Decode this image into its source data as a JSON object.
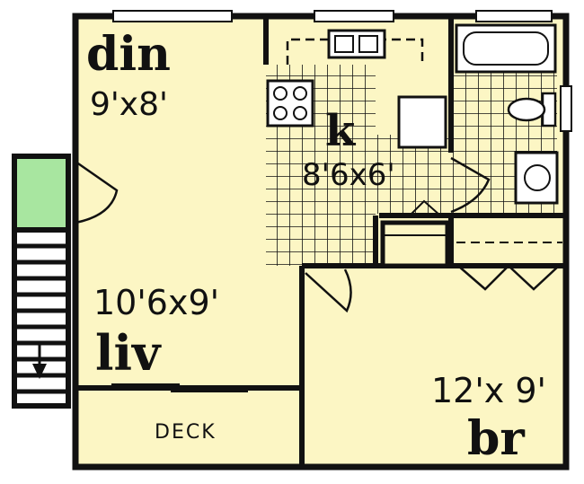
{
  "colors": {
    "floor": "#fcf6c4",
    "wall": "#111111",
    "stair_landing": "#a8e6a0",
    "background": "#ffffff"
  },
  "rooms": {
    "dining": {
      "name": "din",
      "size": "9'x8'"
    },
    "kitchen": {
      "name": "k",
      "size": "8'6x6'"
    },
    "living": {
      "name": "liv",
      "size": "10'6x9'"
    },
    "bedroom": {
      "name": "br",
      "size": "12'x 9'"
    },
    "deck": {
      "name": "DECK"
    }
  },
  "icons": [
    "sink-icon",
    "stove-icon",
    "refrigerator-icon",
    "bathtub-icon",
    "toilet-icon",
    "lavatory-icon",
    "stair-arrow-icon"
  ]
}
